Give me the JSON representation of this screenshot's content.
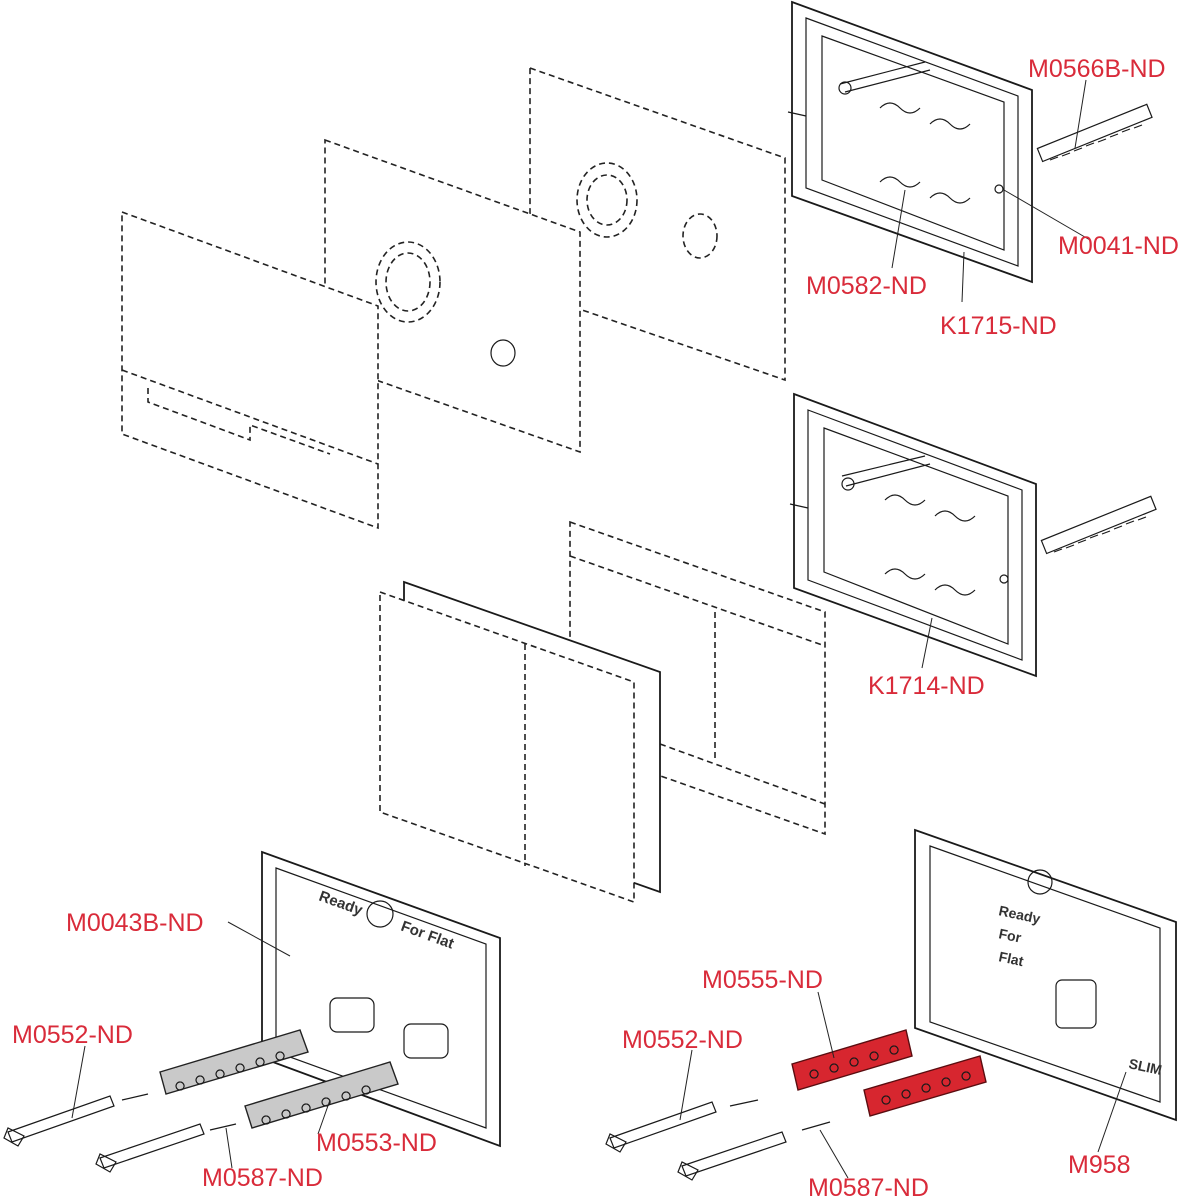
{
  "labels": {
    "m0566b": "M0566B-ND",
    "m0041": "M0041-ND",
    "m0582": "M0582-ND",
    "k1715": "K1715-ND",
    "k1714": "K1714-ND",
    "m0043b": "M0043B-ND",
    "m0552_left": "M0552-ND",
    "m0553": "M0553-ND",
    "m0587_left": "M0587-ND",
    "m0555": "M0555-ND",
    "m0552_right": "M0552-ND",
    "m0587_right": "M0587-ND",
    "m958": "M958"
  },
  "frame_text": {
    "ready": "Ready",
    "for_flat": "For Flat",
    "r_ready": "Ready",
    "r_for": "For",
    "r_flat": "Flat",
    "slim": "SLIM"
  },
  "colors": {
    "label": "#d92b3a",
    "highlight_part": "#d7262f",
    "grey_part": "#c9c9c9"
  }
}
